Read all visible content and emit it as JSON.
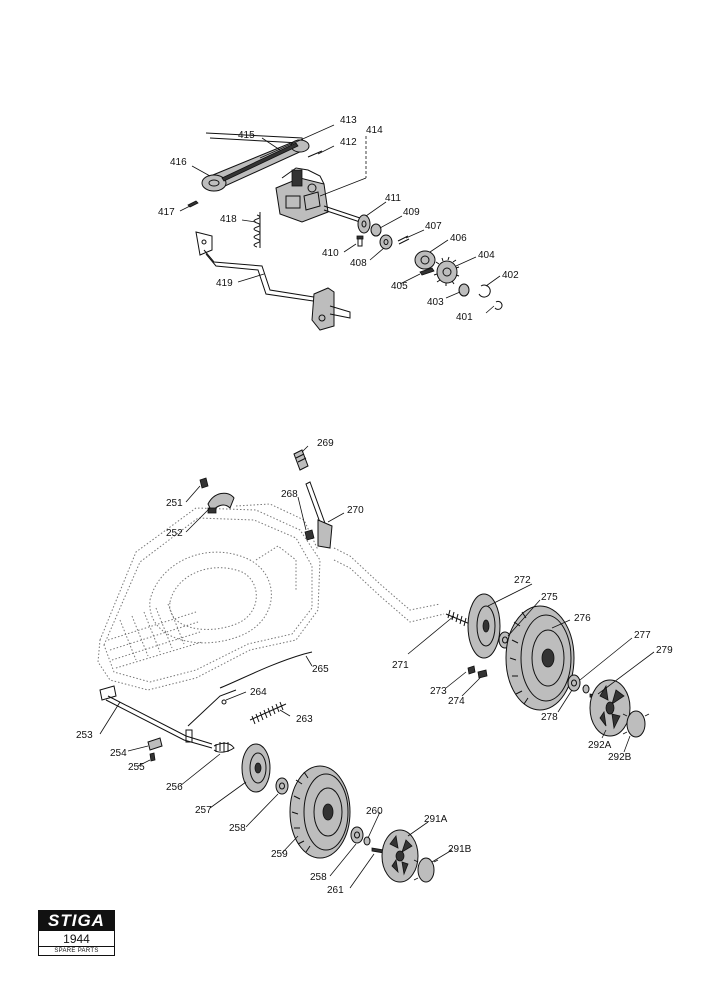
{
  "upper_assembly": {
    "labels": {
      "p413": "413",
      "p415": "415",
      "p414": "414",
      "p412": "412",
      "p416": "416",
      "p417": "417",
      "p418": "418",
      "p411": "411",
      "p409": "409",
      "p407": "407",
      "p410": "410",
      "p408": "408",
      "p406": "406",
      "p404": "404",
      "p419": "419",
      "p405": "405",
      "p402": "402",
      "p403": "403",
      "p401": "401"
    }
  },
  "lower_assembly": {
    "labels": {
      "p269": "269",
      "p251": "251",
      "p268": "268",
      "p270": "270",
      "p252": "252",
      "p272": "272",
      "p275": "275",
      "p276": "276",
      "p277": "277",
      "p279": "279",
      "p271": "271",
      "p265": "265",
      "p273": "273",
      "p274": "274",
      "p264": "264",
      "p278": "278",
      "p263": "263",
      "p253": "253",
      "p292a": "292A",
      "p292b": "292B",
      "p254": "254",
      "p255": "255",
      "p256": "256",
      "p257": "257",
      "p258a": "258",
      "p260": "260",
      "p291a": "291A",
      "p259": "259",
      "p291b": "291B",
      "p258b": "258",
      "p261": "261"
    }
  },
  "logo": {
    "brand": "STIGA",
    "year": "1944",
    "subtitle": "SPARE PARTS"
  }
}
